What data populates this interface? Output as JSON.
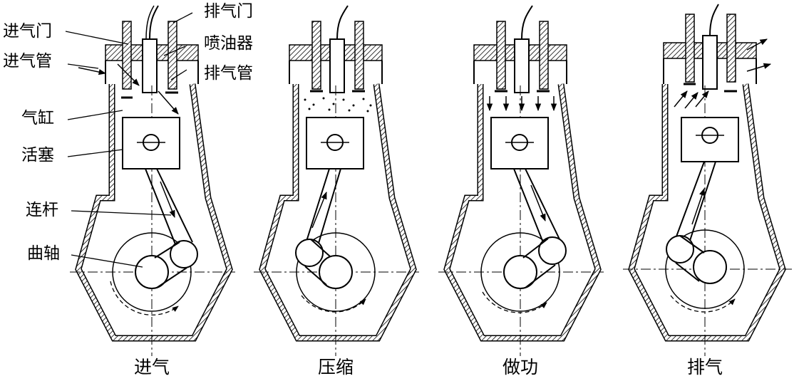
{
  "labels": {
    "exhaust_valve": "排气门",
    "intake_valve": "进气门",
    "injector": "喷油器",
    "intake_pipe": "进气管",
    "exhaust_pipe": "排气管",
    "cylinder": "气缸",
    "piston": "活塞",
    "connecting_rod": "连杆",
    "crankshaft": "曲轴"
  },
  "strokes": [
    {
      "name": "进气"
    },
    {
      "name": "压缩"
    },
    {
      "name": "做功"
    },
    {
      "name": "排气"
    }
  ],
  "colors": {
    "line": "#000000",
    "background": "#ffffff",
    "hatch": "#000000"
  }
}
